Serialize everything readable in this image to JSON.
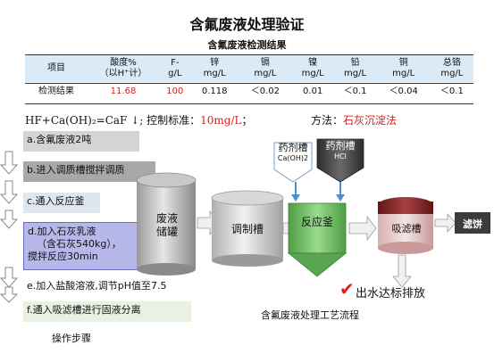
{
  "title": "含氟废液处理验证",
  "table": {
    "caption": "含氟废液检测结果",
    "headers": [
      [
        "项目",
        ""
      ],
      [
        "酸度%",
        "（以H⁺计）"
      ],
      [
        "F-",
        "g/L"
      ],
      [
        "锌",
        "mg/L"
      ],
      [
        "镉",
        "mg/L"
      ],
      [
        "镍",
        "mg/L"
      ],
      [
        "铅",
        "mg/L"
      ],
      [
        "铜",
        "mg/L"
      ],
      [
        "总铬",
        "mg/L"
      ]
    ],
    "row": [
      "检测结果",
      "11.68",
      "100",
      "0.118",
      "＜0.02",
      "0.01",
      "＜0.1",
      "＜0.04",
      "＜0.1"
    ]
  },
  "formula": {
    "equation": "HF+Ca(OH)₂=CaF ↓; 控制标准：",
    "standard": "10mg/L",
    "suffix": "；"
  },
  "method": {
    "label": "方法：",
    "value": "石灰沉淀法"
  },
  "steps": {
    "a": "a.含氟废液2吨",
    "b": "b.进入调质槽搅拌调质",
    "c": "c.通入反应釜",
    "d_line1": "d.加入石灰乳液",
    "d_line2": "（含石灰540kg），",
    "d_line3": "搅拌反应30min",
    "e": "e.加入盐酸溶液,调节pH值至7.5",
    "f": "f.通入吸滤槽进行固液分离",
    "label": "操作步骤"
  },
  "flow": {
    "tank1_line1": "废液",
    "tank1_line2": "储罐",
    "tank2": "调制槽",
    "reactor": "反应釜",
    "filter": "吸滤槽",
    "cake": "滤饼",
    "reagent1_line1": "药剂槽",
    "reagent1_line2": "Ca(OH)2",
    "reagent2_line1": "药剂槽",
    "reagent2_line2": "HCl",
    "discharge": "出水达标排放",
    "caption": "含氟废液处理工艺流程"
  },
  "colors": {
    "accent_red": "#d62020",
    "table_header": "#dbeaf7",
    "reactor_green": "#7cc472",
    "filter_red": "#8b2a28"
  }
}
